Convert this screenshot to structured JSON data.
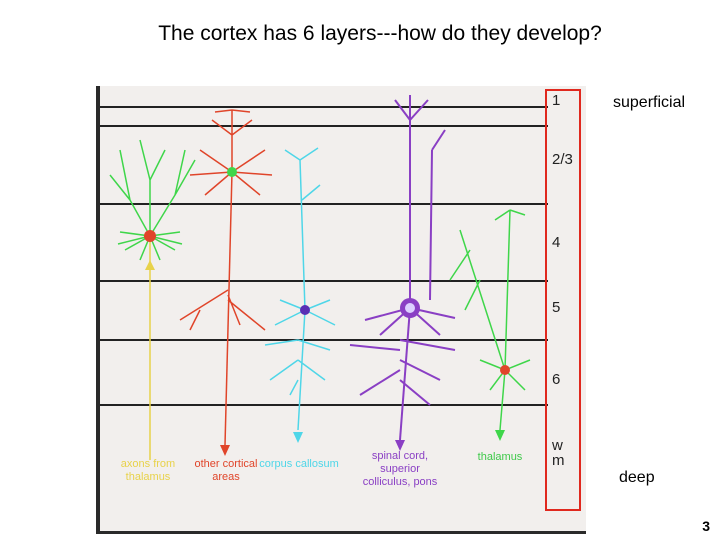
{
  "title": "The cortex has 6 layers---how do they develop?",
  "labels": {
    "top": "superficial",
    "bottom": "deep"
  },
  "layers": [
    "1",
    "2/3",
    "4",
    "5",
    "6",
    "w m"
  ],
  "targets": [
    {
      "text": "axons from thalamus",
      "color": "#e8d24a"
    },
    {
      "text": "other cortical areas",
      "color": "#e0452a"
    },
    {
      "text": "corpus callosum",
      "color": "#4fd6e8"
    },
    {
      "text": "spinal cord, superior colliculus, pons",
      "color": "#8a3fc4"
    },
    {
      "text": "thalamus",
      "color": "#3fc94a"
    }
  ],
  "page_number": "3"
}
